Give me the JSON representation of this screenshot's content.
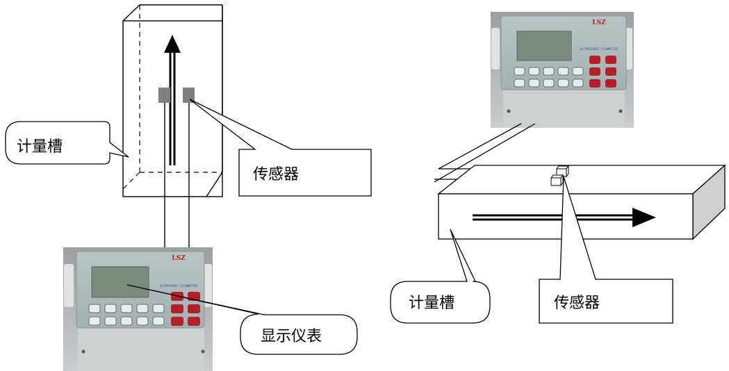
{
  "labels": {
    "left_tank": "计量槽",
    "left_sensor": "传感器",
    "left_display": "显示仪表",
    "right_tank": "计量槽",
    "right_sensor": "传感器"
  },
  "device": {
    "brand": "LSZ",
    "model_text": "ULTRASONIC FLOWMETER"
  },
  "colors": {
    "line": "#000000",
    "sensor_gray": "#7f7f7f",
    "device_body": "#c8ccd0",
    "device_panel": "#a8b4b8",
    "lcd": "#7a8a7c",
    "red_key": "#b3202a",
    "white_key": "#e8ecec",
    "channel_side": "#cfcfcf"
  }
}
